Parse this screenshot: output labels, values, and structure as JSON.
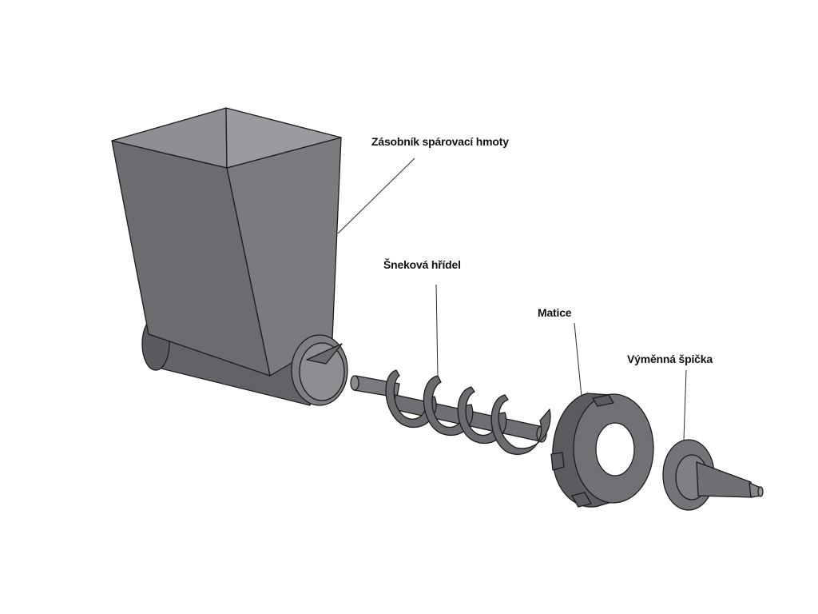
{
  "labels": {
    "hopper": "Zásobník spárovací hmoty",
    "screw": "Šneková hřídel",
    "nut": "Matice",
    "tip": "Výměnná špička"
  },
  "colors": {
    "front": "#6b6b70",
    "side": "#7c7c81",
    "dark": "#555559",
    "inside": "#8f8f94",
    "edge": "#1c1c1c"
  }
}
